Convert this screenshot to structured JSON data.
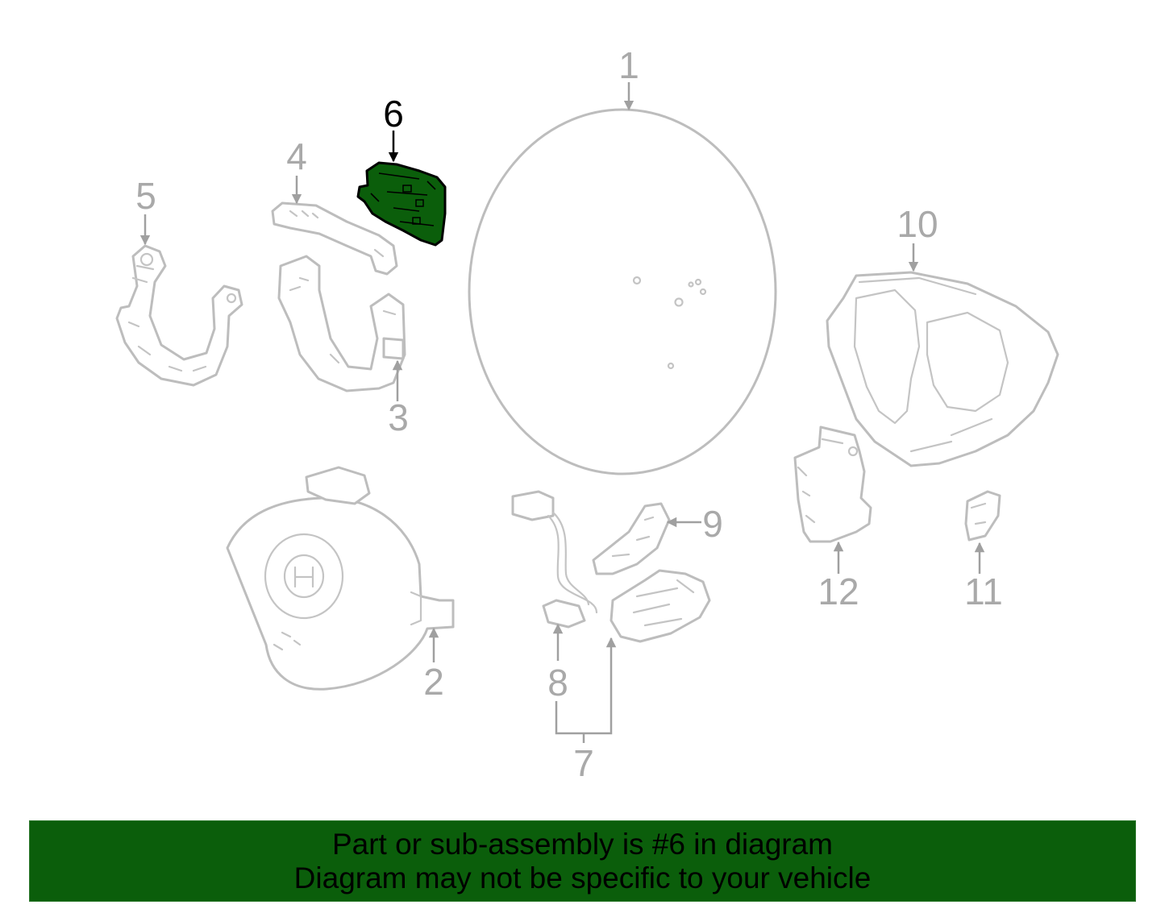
{
  "diagram": {
    "highlight_color": "#0b5e0b",
    "callouts": [
      {
        "id": "1",
        "label": "1"
      },
      {
        "id": "2",
        "label": "2"
      },
      {
        "id": "3",
        "label": "3"
      },
      {
        "id": "4",
        "label": "4"
      },
      {
        "id": "5",
        "label": "5"
      },
      {
        "id": "6",
        "label": "6",
        "highlighted": true
      },
      {
        "id": "7",
        "label": "7"
      },
      {
        "id": "8",
        "label": "8"
      },
      {
        "id": "9",
        "label": "9"
      },
      {
        "id": "10",
        "label": "10"
      },
      {
        "id": "11",
        "label": "11"
      },
      {
        "id": "12",
        "label": "12"
      }
    ]
  },
  "banner": {
    "line1": "Part or sub-assembly is #6 in diagram",
    "line2": "Diagram may not be specific to your vehicle",
    "background": "#0b5e0b"
  }
}
